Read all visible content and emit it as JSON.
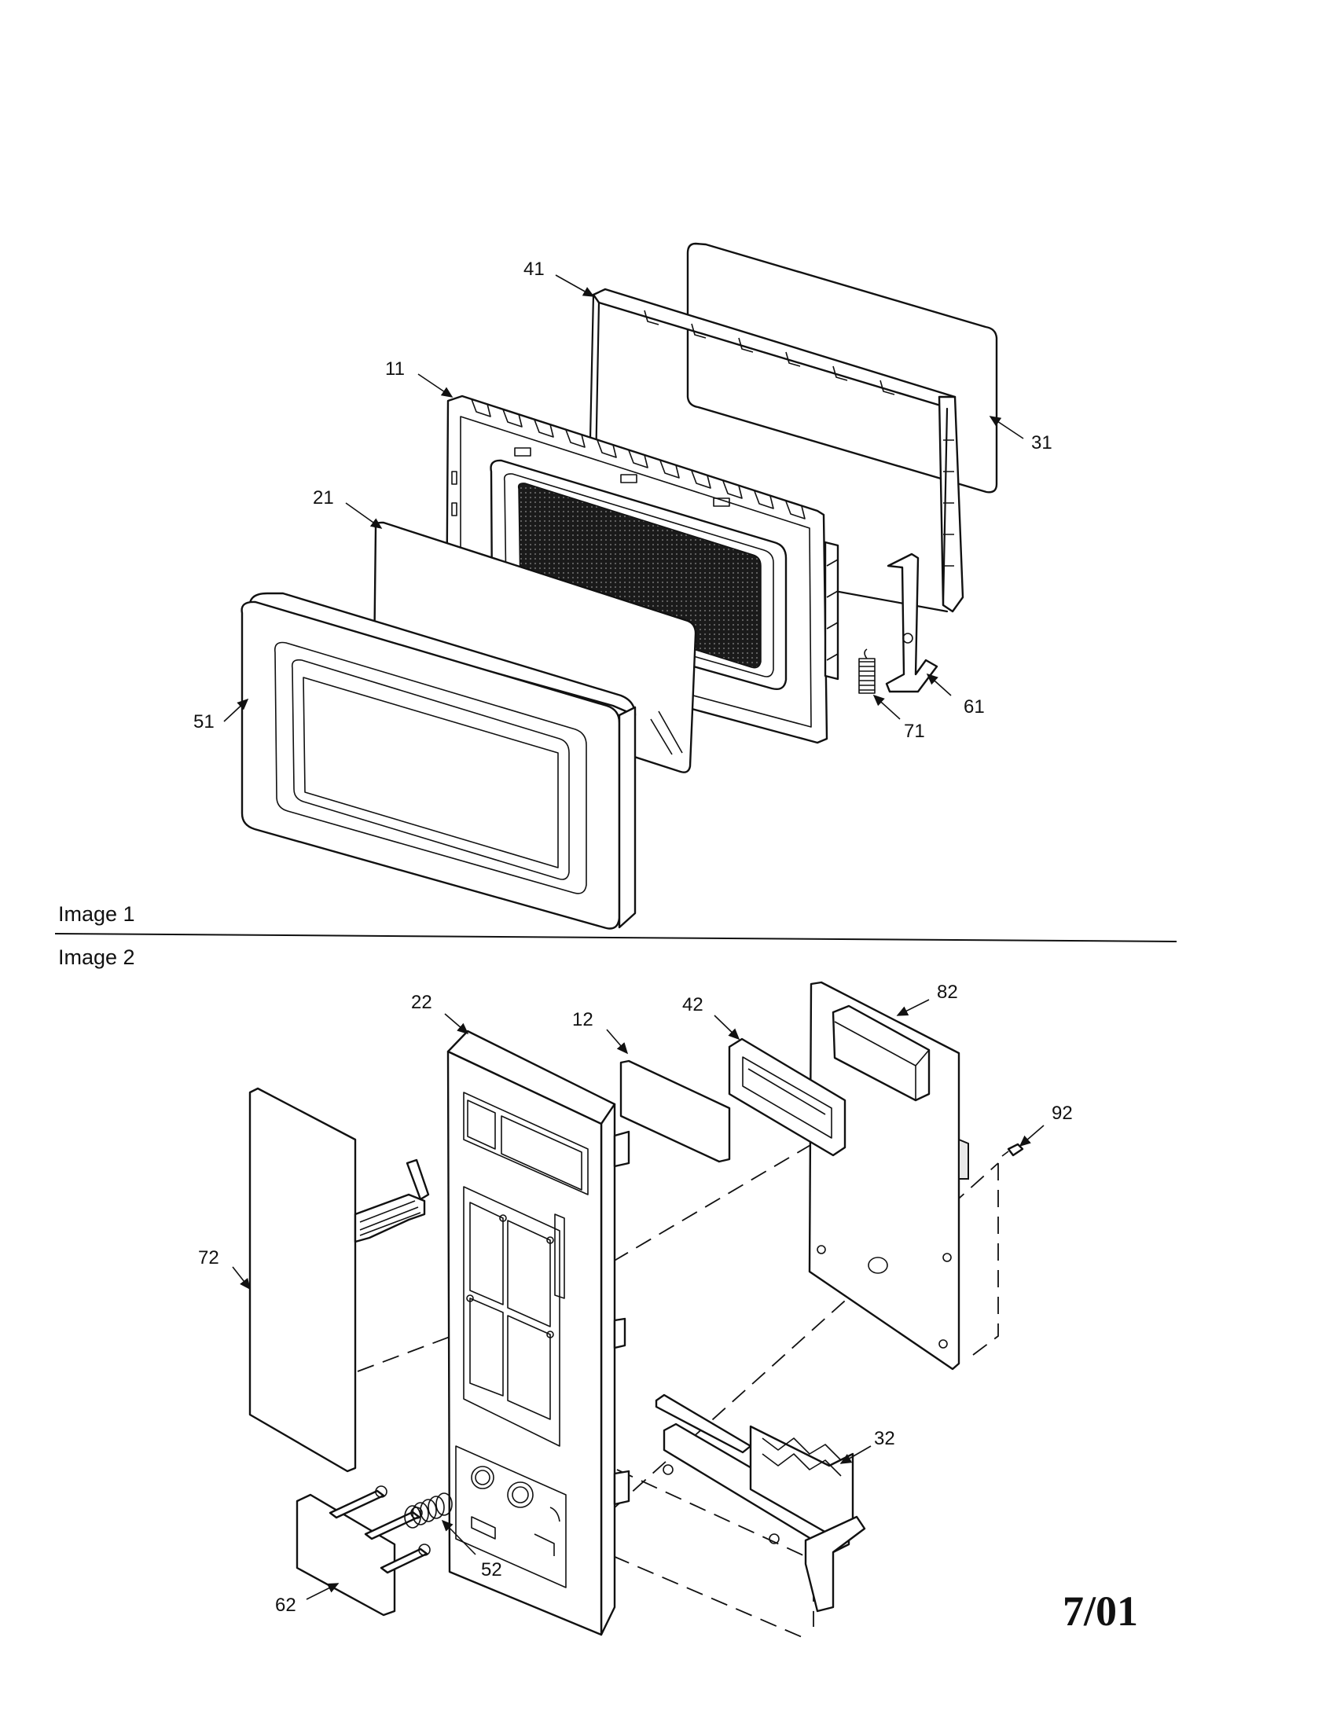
{
  "image1": {
    "caption": "Image 1",
    "callouts": {
      "p11": "11",
      "p21": "21",
      "p31": "31",
      "p41": "41",
      "p51": "51",
      "p61": "61",
      "p71": "71"
    }
  },
  "image2": {
    "caption": "Image 2",
    "callouts": {
      "p12": "12",
      "p22": "22",
      "p32": "32",
      "p42": "42",
      "p52": "52",
      "p62": "62",
      "p72": "72",
      "p82": "82",
      "p92": "92"
    }
  },
  "date_code": "7/01"
}
